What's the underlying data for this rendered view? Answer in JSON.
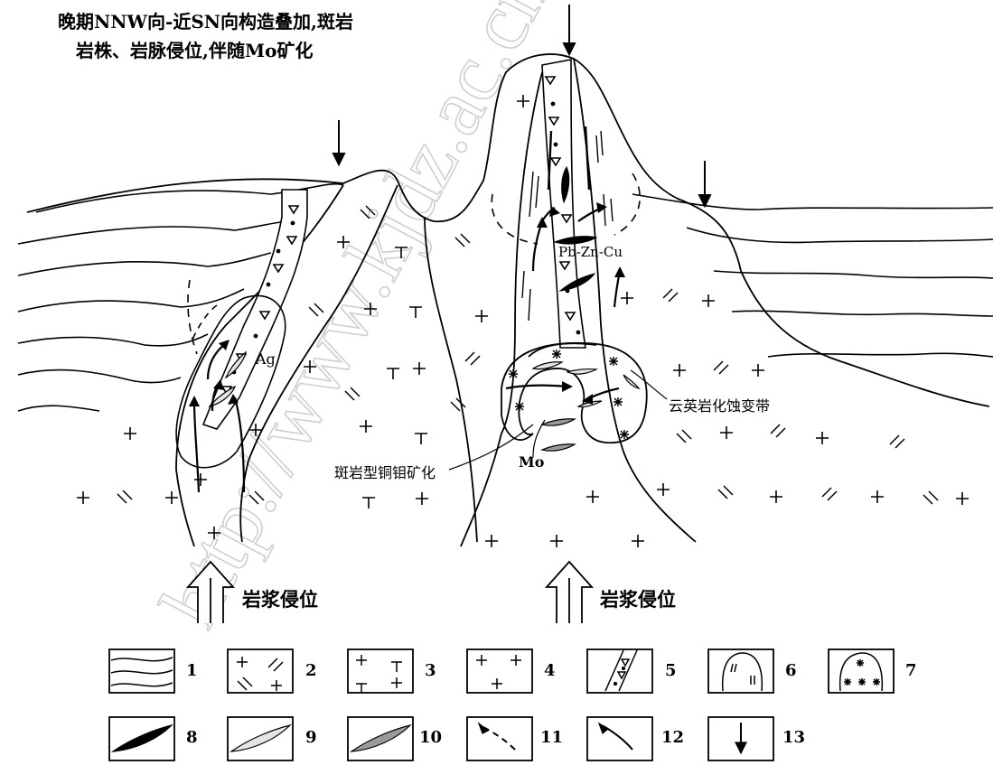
{
  "title": {
    "line1": "晚期NNW向-近SN向构造叠加,斑岩",
    "line2": "岩株、岩脉侵位,伴随Mo矿化"
  },
  "labels": {
    "ag": "Ag",
    "pb_zn_cu": "Pb-Zn-Cu",
    "mo": "Mo",
    "porphyry_cu_mo": "斑岩型铜钼矿化",
    "alteration_zone": "云英岩化蚀变带",
    "magma_left": "岩浆侵位",
    "magma_right": "岩浆侵位"
  },
  "legend": [
    "1",
    "2",
    "3",
    "4",
    "5",
    "6",
    "7",
    "8",
    "9",
    "10",
    "11",
    "12",
    "13"
  ],
  "watermark": "http://www.kjdz.ac.cn/",
  "colors": {
    "ink": "#000000",
    "ore_black": "#000000",
    "ore_light": "#c8c8c8",
    "ore_gray": "#8a8a8a",
    "watermark": "#d2d2d2"
  }
}
